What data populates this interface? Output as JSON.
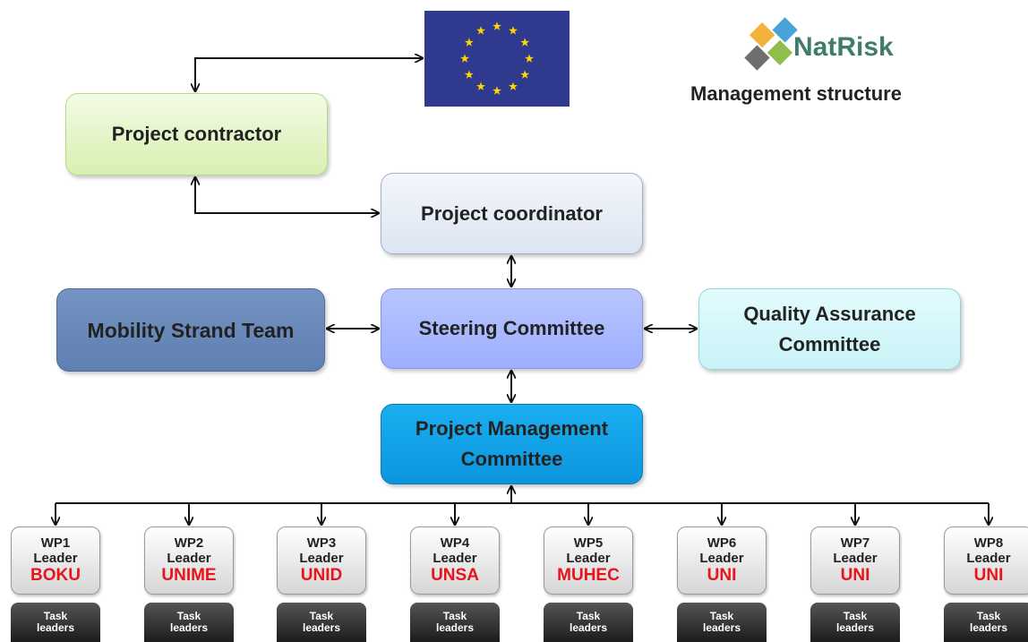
{
  "logo": {
    "brand": "NatRisk",
    "subtitle": "Management structure"
  },
  "boxes": {
    "contractor": "Project contractor",
    "coordinator": "Project coordinator",
    "steering": "Steering Committee",
    "mobility": "Mobility Strand Team",
    "quality_line1": "Quality Assurance",
    "quality_line2": "Committee",
    "pmc_line1": "Project Management",
    "pmc_line2": "Committee"
  },
  "work_packages": [
    {
      "id": "WP1",
      "role": "Leader",
      "org": "BOKU",
      "task": "Task",
      "task2": "leaders"
    },
    {
      "id": "WP2",
      "role": "Leader",
      "org": "UNIME",
      "task": "Task",
      "task2": "leaders"
    },
    {
      "id": "WP3",
      "role": "Leader",
      "org": "UNID",
      "task": "Task",
      "task2": "leaders"
    },
    {
      "id": "WP4",
      "role": "Leader",
      "org": "UNSA",
      "task": "Task",
      "task2": "leaders"
    },
    {
      "id": "WP5",
      "role": "Leader",
      "org": "MUHEC",
      "task": "Task",
      "task2": "leaders"
    },
    {
      "id": "WP6",
      "role": "Leader",
      "org": "UNI",
      "task": "Task",
      "task2": "leaders"
    },
    {
      "id": "WP7",
      "role": "Leader",
      "org": "UNI",
      "task": "Task",
      "task2": "leaders"
    },
    {
      "id": "WP8",
      "role": "Leader",
      "org": "UNI",
      "task": "Task",
      "task2": "leaders"
    }
  ],
  "colors": {
    "wp_org": "#e8141c",
    "eu_blue": "#2f3a8e",
    "eu_star": "#ffd400",
    "pmc": "#0c95de",
    "steering": "#9dafff",
    "mobility": "#5e7fb1",
    "quality": "#c9f3f7",
    "contractor": "#d8f0b0",
    "coordinator": "#dde5f2"
  }
}
